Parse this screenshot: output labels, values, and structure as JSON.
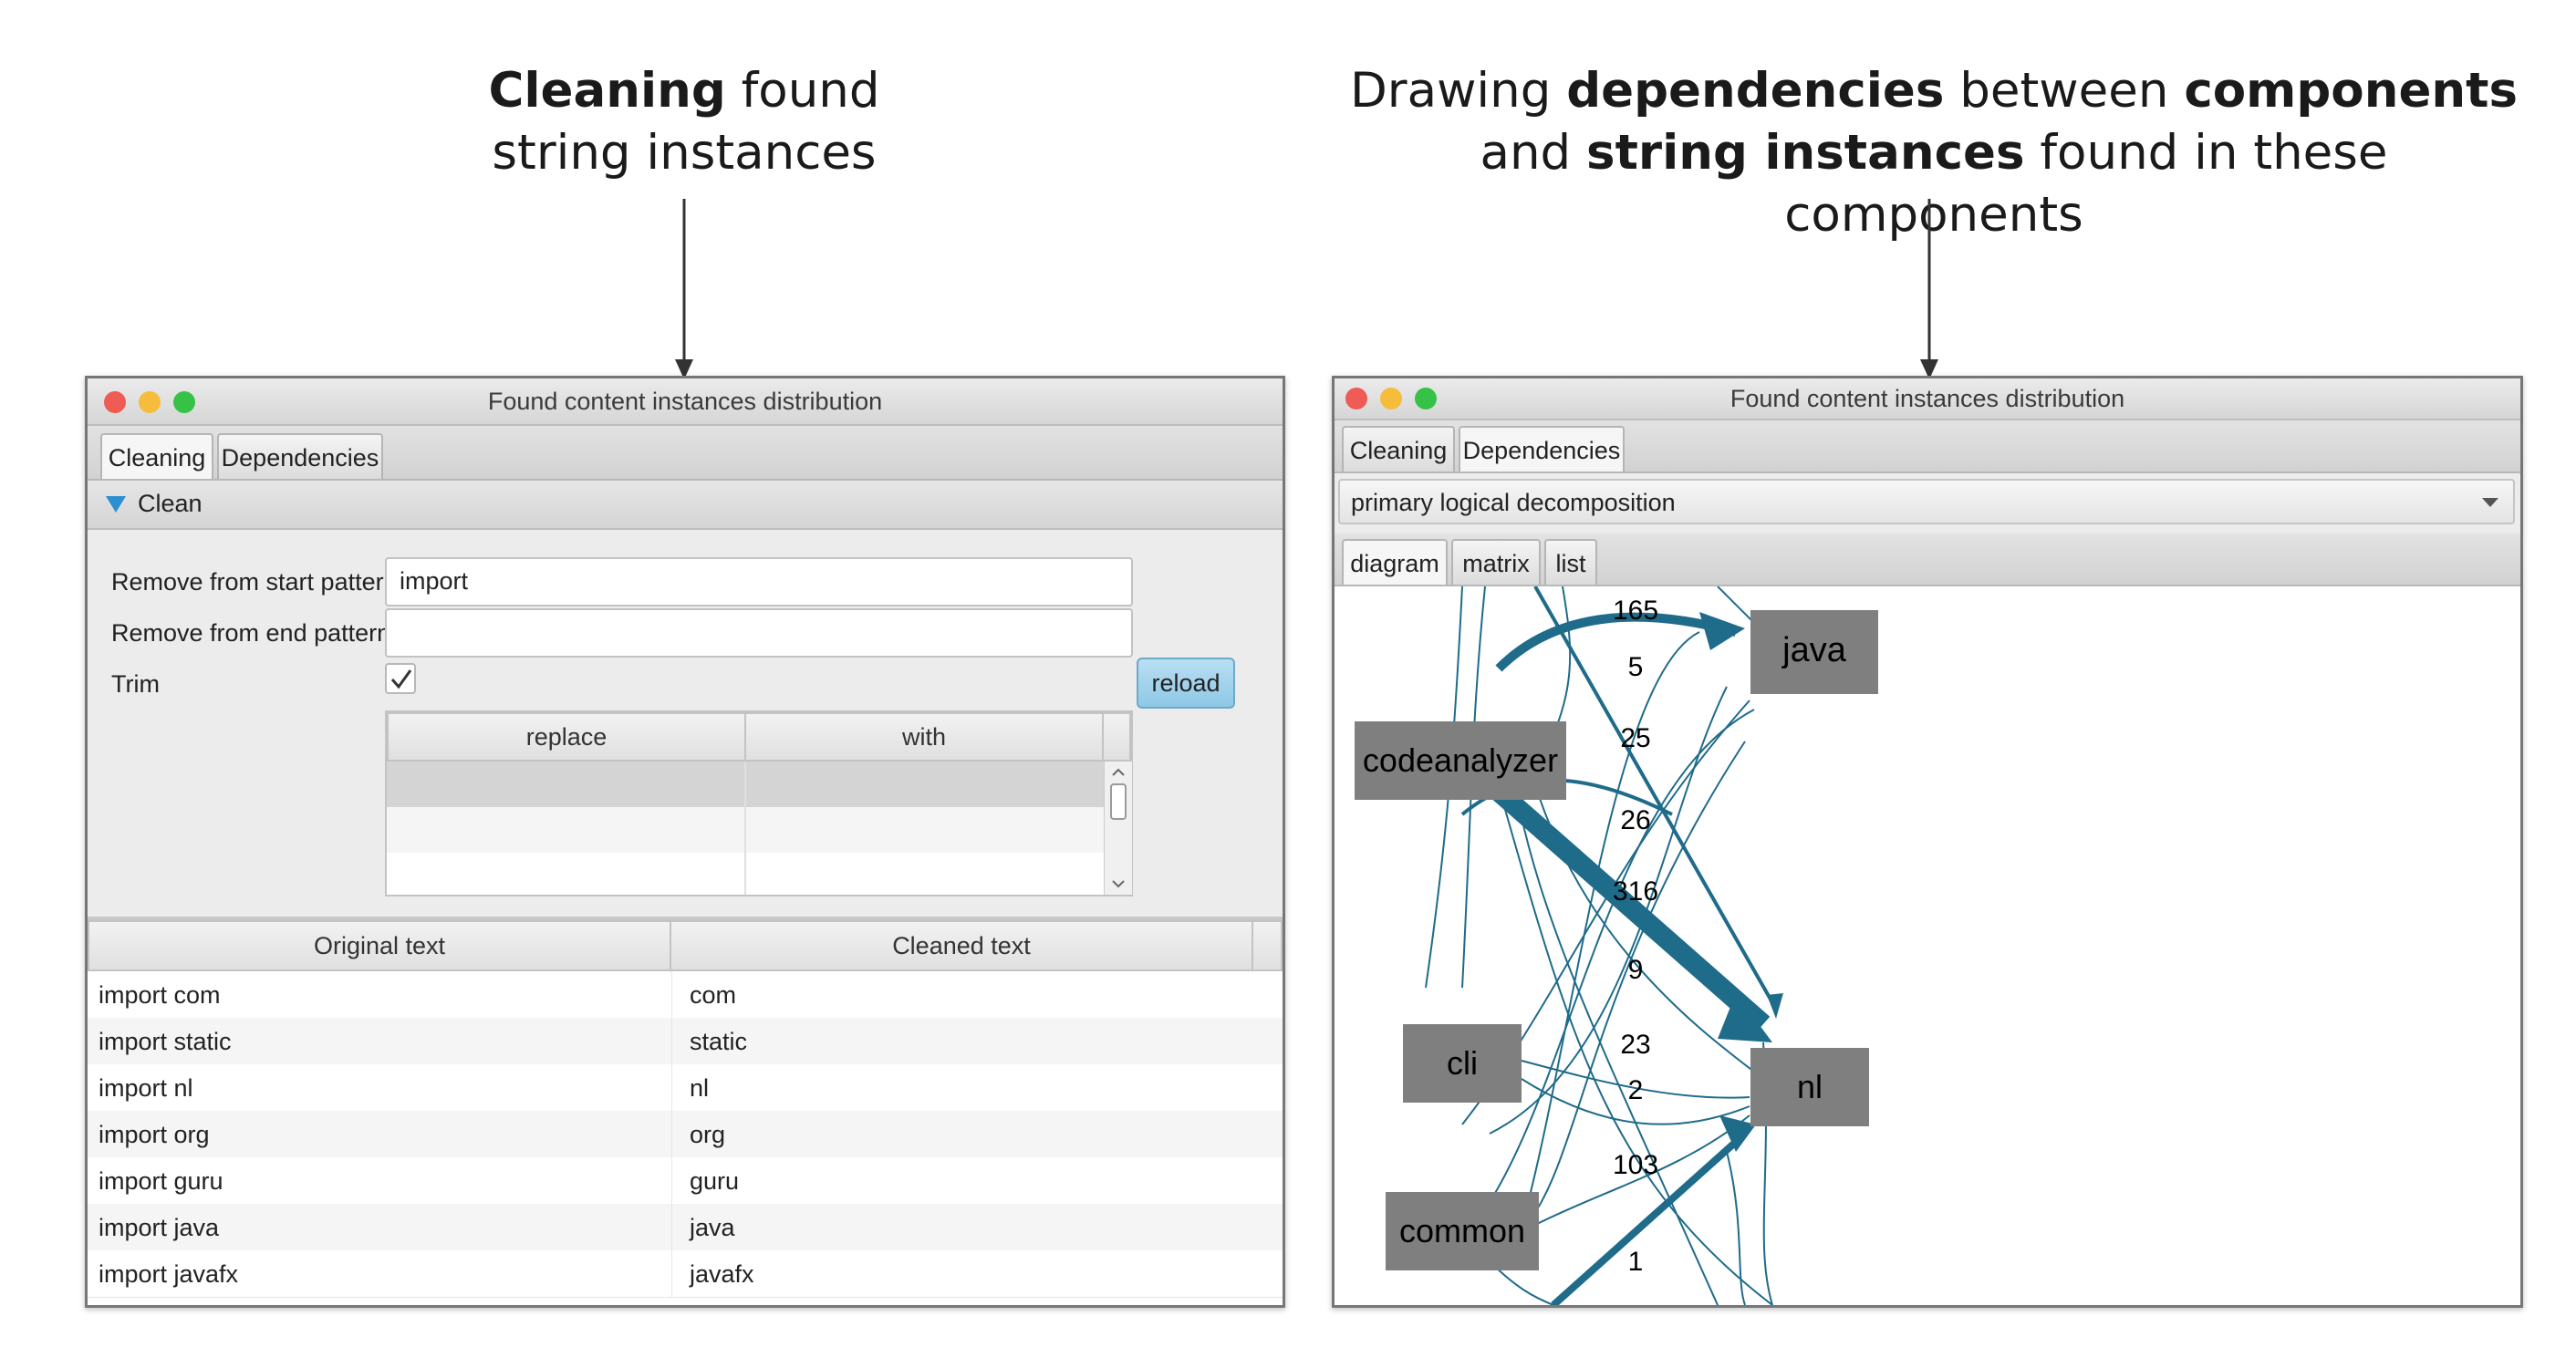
{
  "captions": {
    "left": {
      "line1_bold": "Cleaning",
      "line1_rest": " found",
      "line2": "string instances"
    },
    "right": {
      "line1_a": "Drawing ",
      "line1_b": "dependencies",
      "line1_c": " between ",
      "line1_d": "components",
      "line2_a": "and ",
      "line2_b": "string instances",
      "line2_c": " found in these components"
    }
  },
  "left_window": {
    "title": "Found content instances distribution",
    "tabs": [
      "Cleaning",
      "Dependencies"
    ],
    "section_label": "Clean",
    "form": {
      "start_label": "Remove from start pattern:",
      "start_value": "import",
      "end_label": "Remove from end pattern:",
      "end_value": "",
      "trim_label": "Trim",
      "trim_checked": true,
      "reload_label": "reload"
    },
    "replace_table": {
      "headers": [
        "replace",
        "with"
      ]
    },
    "results_table": {
      "headers": [
        "Original text",
        "Cleaned text"
      ],
      "rows": [
        [
          "import com",
          "com"
        ],
        [
          "import static",
          "static"
        ],
        [
          "import nl",
          "nl"
        ],
        [
          "import org",
          "org"
        ],
        [
          "import guru",
          "guru"
        ],
        [
          "import java",
          "java"
        ],
        [
          "import javafx",
          "javafx"
        ]
      ]
    }
  },
  "right_window": {
    "title": "Found content instances distribution",
    "tabs": [
      "Cleaning",
      "Dependencies"
    ],
    "dropdown_value": "primary logical decomposition",
    "view_tabs": [
      "diagram",
      "matrix",
      "list"
    ],
    "diagram": {
      "nodes": [
        "java",
        "codeanalyzer",
        "cli",
        "nl",
        "common"
      ],
      "edge_labels": [
        "165",
        "5",
        "25",
        "26",
        "316",
        "9",
        "23",
        "2",
        "103",
        "1"
      ]
    }
  },
  "colors": {
    "edge": "#1f6b8a",
    "node": "#7f7f7f",
    "reload": "#9ccfea",
    "close": "#ef5b55",
    "minimize": "#f5bd3b",
    "zoom": "#36c247"
  }
}
